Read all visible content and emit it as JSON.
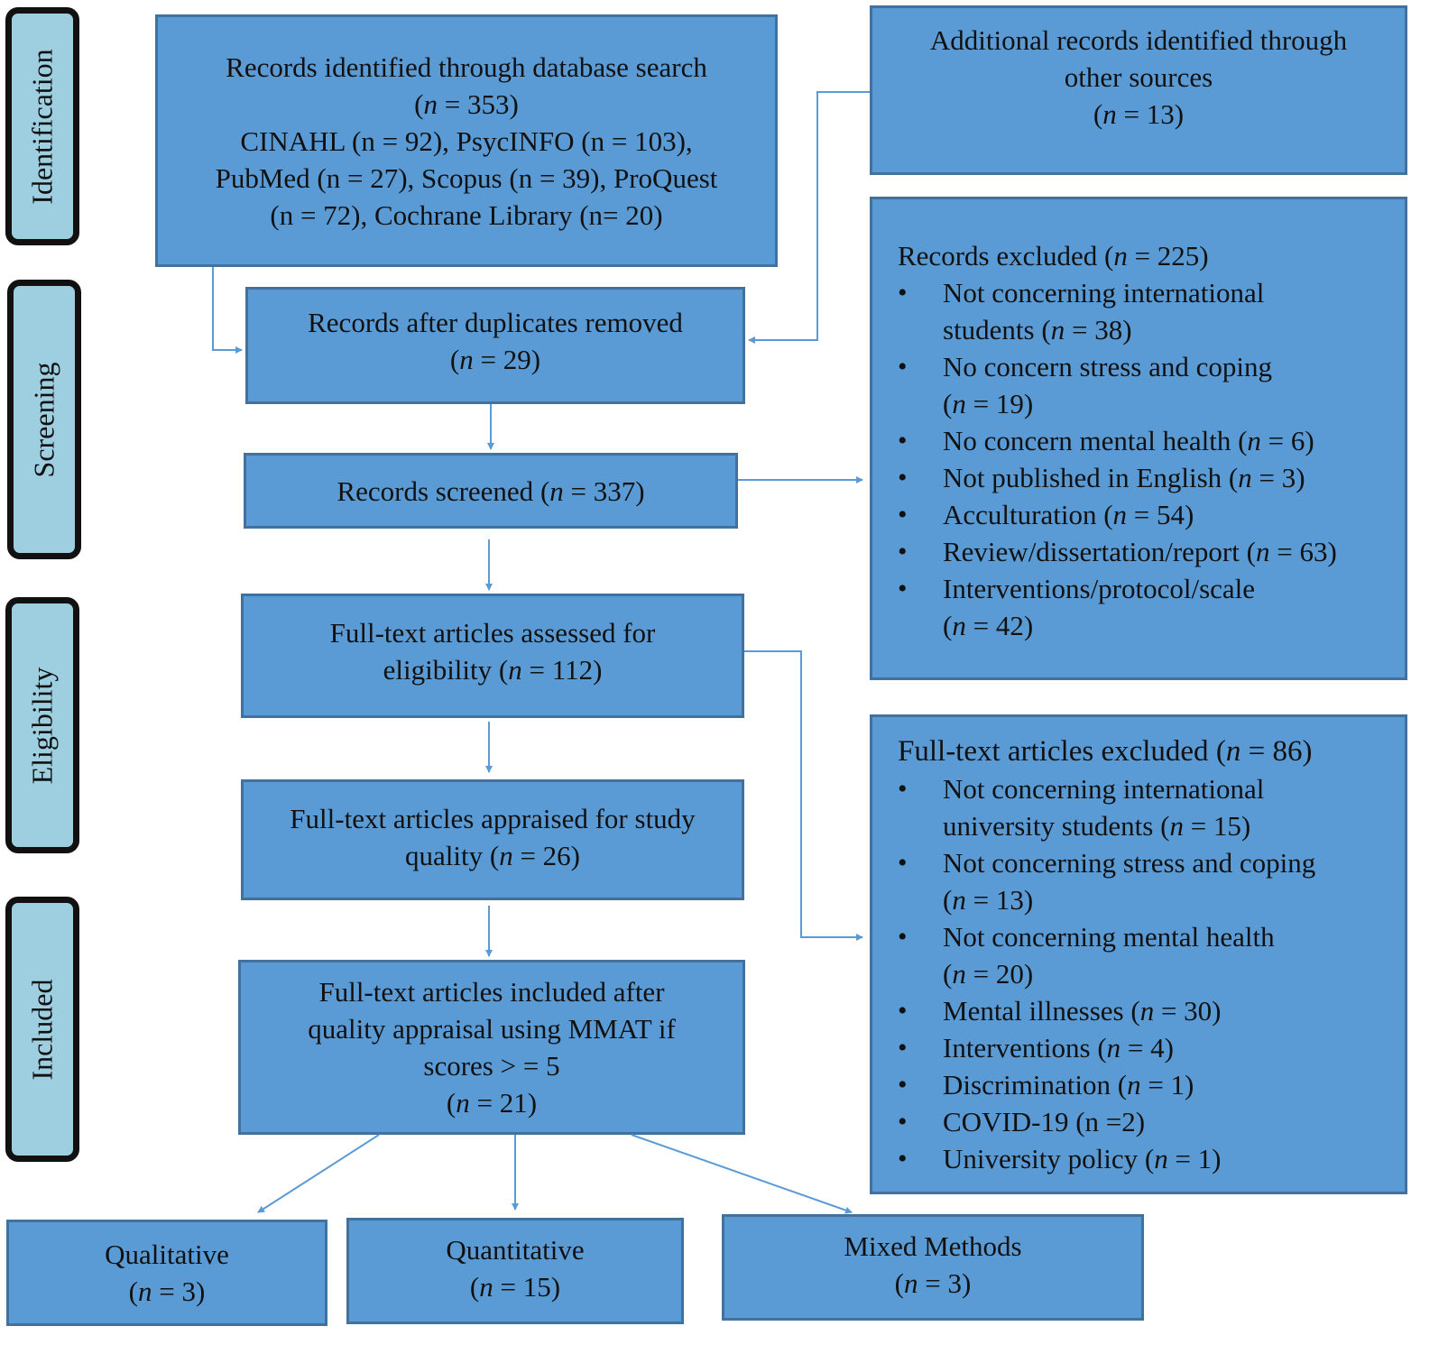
{
  "stages": {
    "identification": "Identification",
    "screening": "Screening",
    "eligibility": "Eligibility",
    "included": "Included"
  },
  "boxes": {
    "database_search": {
      "line1": "Records identified through database search",
      "total_n": "353",
      "sources_line1": "CINAHL (n = 92), PsycINFO (n = 103),",
      "sources_line2": "PubMed (n = 27), Scopus (n = 39), ProQuest",
      "sources_line3": "(n = 72), Cochrane Library (n= 20)"
    },
    "other_sources": {
      "line1": "Additional records identified through",
      "line2": "other sources",
      "n": "13"
    },
    "duplicates_removed": {
      "label": "Records after duplicates removed",
      "n": "29"
    },
    "screened": {
      "label": "Records screened",
      "n": "337"
    },
    "fulltext_assessed": {
      "line1": "Full-text articles assessed for",
      "line2": "eligibility",
      "n": "112"
    },
    "fulltext_appraised": {
      "line1": "Full-text articles appraised for study",
      "line2": "quality",
      "n": "26"
    },
    "included": {
      "line1": "Full-text articles included after",
      "line2": "quality appraisal using MMAT if",
      "line3": "scores > = 5",
      "n": "21"
    },
    "qualitative": {
      "label": "Qualitative",
      "n": "3"
    },
    "quantitative": {
      "label": "Quantitative",
      "n": "15"
    },
    "mixed": {
      "label": "Mixed Methods",
      "n": "3"
    }
  },
  "records_excluded": {
    "title": "Records excluded",
    "n": "225",
    "items": [
      {
        "line1": "Not concerning international",
        "line2": "students",
        "n": "38"
      },
      {
        "line1": "No concern stress and coping",
        "line2": "",
        "n": "19"
      },
      {
        "line1": "No concern mental health",
        "n": "6"
      },
      {
        "line1": "Not published in English",
        "n": "3"
      },
      {
        "line1": "Acculturation",
        "n": "54"
      },
      {
        "line1": "Review/dissertation/report",
        "n": "63"
      },
      {
        "line1": "Interventions/protocol/scale",
        "line2": "",
        "n": "42"
      }
    ]
  },
  "fulltext_excluded": {
    "title": "Full-text articles excluded",
    "n": "86",
    "items": [
      {
        "line1": "Not concerning international",
        "line2": "university students",
        "n": "15"
      },
      {
        "line1": "Not concerning stress and coping",
        "line2": "",
        "n": "13"
      },
      {
        "line1": "Not concerning mental health",
        "line2": "",
        "n": "20"
      },
      {
        "line1": "Mental illnesses",
        "n": "30"
      },
      {
        "line1": "Interventions",
        "n": "4"
      },
      {
        "line1": "Discrimination",
        "n": "1"
      },
      {
        "line1": "COVID-19 (n =2)"
      },
      {
        "line1": "University policy",
        "n": "1"
      }
    ]
  },
  "colors": {
    "box_fill": "#5b9bd5",
    "box_border": "#41719c",
    "stage_fill": "#9dcfe0",
    "arrow": "#5b9bd5"
  }
}
